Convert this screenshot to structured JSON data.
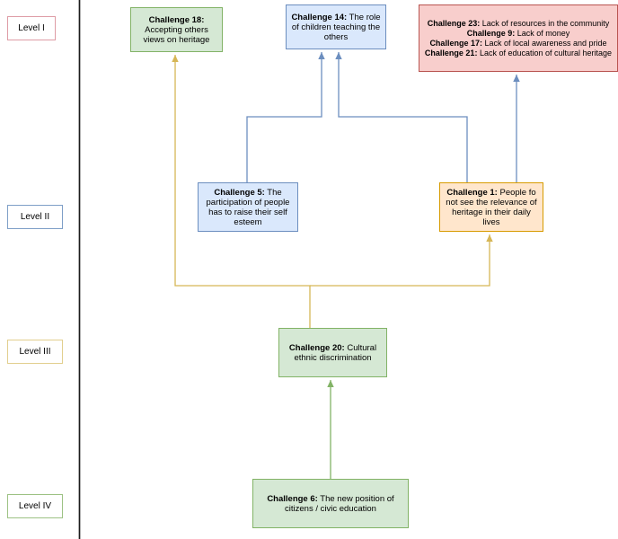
{
  "levels": [
    {
      "label": "Level I"
    },
    {
      "label": "Level II"
    },
    {
      "label": "Level III"
    },
    {
      "label": "Level IV"
    }
  ],
  "boxes": {
    "challenge18": {
      "title": "Challenge 18:",
      "text": " Accepting others views on heritage"
    },
    "challenge14": {
      "title": "Challenge 14:",
      "text": " The role of children teaching the others"
    },
    "red_group": {
      "items": [
        {
          "title": "Challenge 23:",
          "text": " Lack of resources in the community"
        },
        {
          "title": "Challenge 9:",
          "text": " Lack of money"
        },
        {
          "title": "Challenge 17:",
          "text": " Lack of local awareness and pride"
        },
        {
          "title": "Challenge 21:",
          "text": " Lack of education of cultural heritage"
        }
      ]
    },
    "challenge5": {
      "title": "Challenge 5:",
      "text": " The participation of people has to raise their self esteem"
    },
    "challenge1": {
      "title": "Challenge 1:",
      "text": " People fo not see the relevance of heritage in their daily lives"
    },
    "challenge20": {
      "title": "Challenge 20:",
      "text": " Cultural ethnic discrimination"
    },
    "challenge6": {
      "title": "Challenge 6:",
      "text": " The new position of citizens / civic education"
    }
  },
  "edges": [
    {
      "from": "Challenge 5",
      "to": "Challenge 14",
      "color": "blue"
    },
    {
      "from": "Challenge 1",
      "to": "Challenge 14",
      "color": "blue"
    },
    {
      "from": "Challenge 1",
      "to": "Challenge 23 group",
      "color": "blue"
    },
    {
      "from": "Challenge 20",
      "to": "Challenge 18",
      "color": "yellow"
    },
    {
      "from": "Challenge 20",
      "to": "Challenge 1",
      "color": "yellow"
    },
    {
      "from": "Challenge 6",
      "to": "Challenge 20",
      "color": "green"
    }
  ],
  "colors": {
    "divider": "#1c1c1c",
    "edge_blue": "#6c8ebf",
    "edge_yellow": "#d6b656",
    "edge_green": "#82b366",
    "green_fill": "#d5e8d4",
    "green_stroke": "#82b366",
    "blue_fill": "#dae8fc",
    "blue_stroke": "#6c8ebf",
    "red_fill": "#f8cecc",
    "red_stroke": "#b85450",
    "orange_fill": "#ffe6cc",
    "orange_stroke": "#d79b00"
  }
}
